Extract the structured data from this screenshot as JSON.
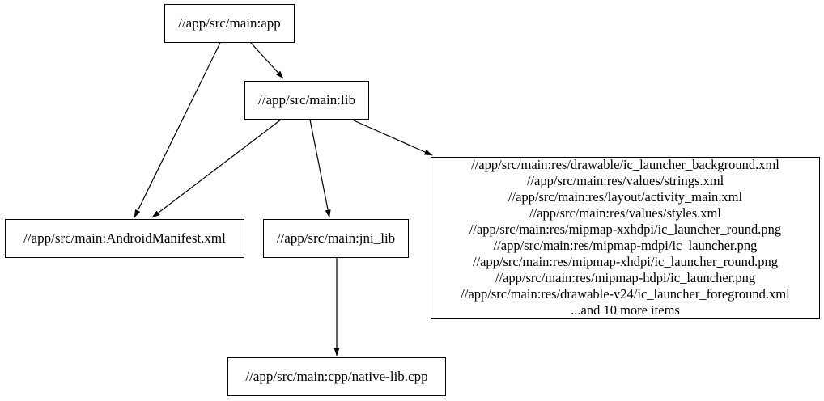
{
  "diagram": {
    "type": "dependency-graph",
    "background_color": "#ffffff",
    "node_fill_color": "#ffffff",
    "node_border_color": "#000000",
    "edge_color": "#000000",
    "text_color": "#000000",
    "nodes": {
      "app": {
        "label": "//app/src/main:app"
      },
      "lib": {
        "label": "//app/src/main:lib"
      },
      "android_manifest": {
        "label": "//app/src/main:AndroidManifest.xml"
      },
      "jni_lib": {
        "label": "//app/src/main:jni_lib"
      },
      "res_group": {
        "lines": [
          "//app/src/main:res/drawable/ic_launcher_background.xml",
          "//app/src/main:res/values/strings.xml",
          "//app/src/main:res/layout/activity_main.xml",
          "//app/src/main:res/values/styles.xml",
          "//app/src/main:res/mipmap-xxhdpi/ic_launcher_round.png",
          "//app/src/main:res/mipmap-mdpi/ic_launcher.png",
          "//app/src/main:res/mipmap-xhdpi/ic_launcher_round.png",
          "//app/src/main:res/mipmap-hdpi/ic_launcher.png",
          "//app/src/main:res/drawable-v24/ic_launcher_foreground.xml",
          "...and 10 more items"
        ]
      },
      "native_lib": {
        "label": "//app/src/main:cpp/native-lib.cpp"
      }
    },
    "edges": [
      {
        "from": "app",
        "to": "lib"
      },
      {
        "from": "app",
        "to": "android_manifest"
      },
      {
        "from": "lib",
        "to": "android_manifest"
      },
      {
        "from": "lib",
        "to": "jni_lib"
      },
      {
        "from": "lib",
        "to": "res_group"
      },
      {
        "from": "jni_lib",
        "to": "native_lib"
      }
    ]
  }
}
